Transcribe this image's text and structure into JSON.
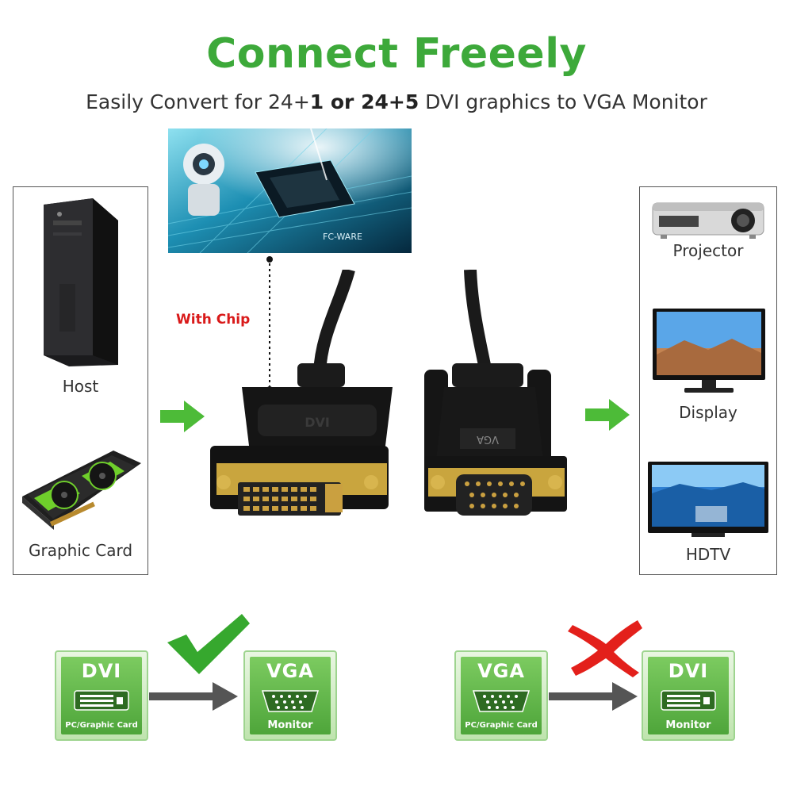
{
  "header": {
    "title": "Connect Freeely",
    "subtitle_pre": "Easily Convert for 24+",
    "subtitle_b1": "1 or 24+5",
    "subtitle_post": " DVI graphics to VGA Monitor"
  },
  "chip": {
    "label": "With Chip",
    "image_text": "FC-WARE"
  },
  "left_panel": {
    "items": [
      {
        "label": "Host",
        "icon": "desktop-tower-icon"
      },
      {
        "label": "Graphic Card",
        "icon": "graphics-card-icon"
      }
    ]
  },
  "right_panel": {
    "items": [
      {
        "label": "Projector",
        "icon": "projector-icon"
      },
      {
        "label": "Display",
        "icon": "monitor-icon"
      },
      {
        "label": "HDTV",
        "icon": "tv-icon"
      }
    ]
  },
  "cable": {
    "dvi_logo": "DVI",
    "vga_label": "VGA"
  },
  "compat": {
    "supported": {
      "from": {
        "title": "DVI",
        "sub": "PC/Graphic Card"
      },
      "to": {
        "title": "VGA",
        "sub": "Monitor"
      },
      "status": "check-icon"
    },
    "unsupported": {
      "from": {
        "title": "VGA",
        "sub": "PC/Graphic Card"
      },
      "to": {
        "title": "DVI",
        "sub": "Monitor"
      },
      "status": "cross-icon"
    }
  },
  "colors": {
    "accent_green": "#3da93a",
    "chip_red": "#d91a1a",
    "check_green": "#36a82e",
    "cross_red": "#e3201b"
  }
}
